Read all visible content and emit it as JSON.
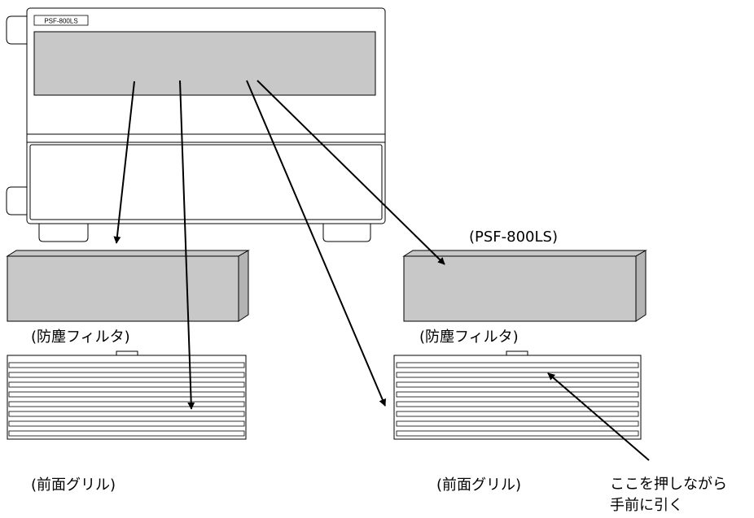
{
  "unit": {
    "model_label": "PSF-800LS"
  },
  "labels": {
    "model_caption": "(PSF-800LS)",
    "filter_left": "(防塵フィルタ)",
    "filter_right": "(防塵フィルタ)",
    "grille_left": "(前面グリル)",
    "grille_right": "(前面グリル)",
    "instruction_line1": "ここを押しながら",
    "instruction_line2": "手前に引く"
  },
  "colors": {
    "panel_gray": "#c8c8c8",
    "line": "#000000"
  }
}
